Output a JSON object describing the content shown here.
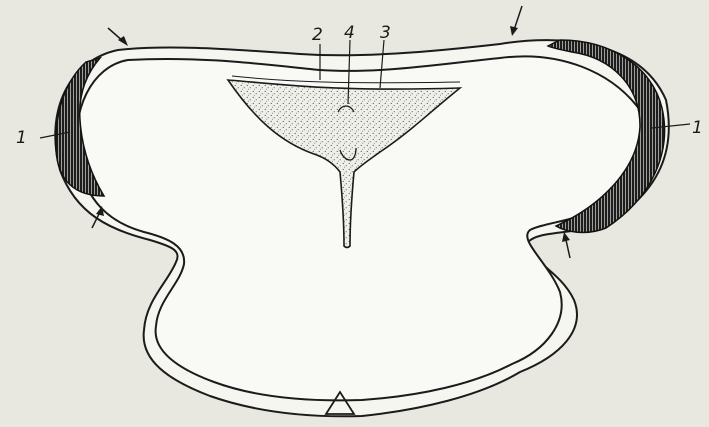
{
  "figure": {
    "labels": {
      "left_1": "1",
      "right_1": "1",
      "label_2": "2",
      "label_3": "3",
      "label_4": "4"
    },
    "colors": {
      "paper": "#e9e8e0",
      "ink": "#1b1b1b",
      "stipple_fill": "#eeeeea",
      "lumen": "#f5f5f0"
    },
    "markers": [
      "arrow-top-left",
      "arrow-top-right",
      "arrow-lower-left",
      "arrow-lower-right",
      "triangle-marker"
    ]
  }
}
